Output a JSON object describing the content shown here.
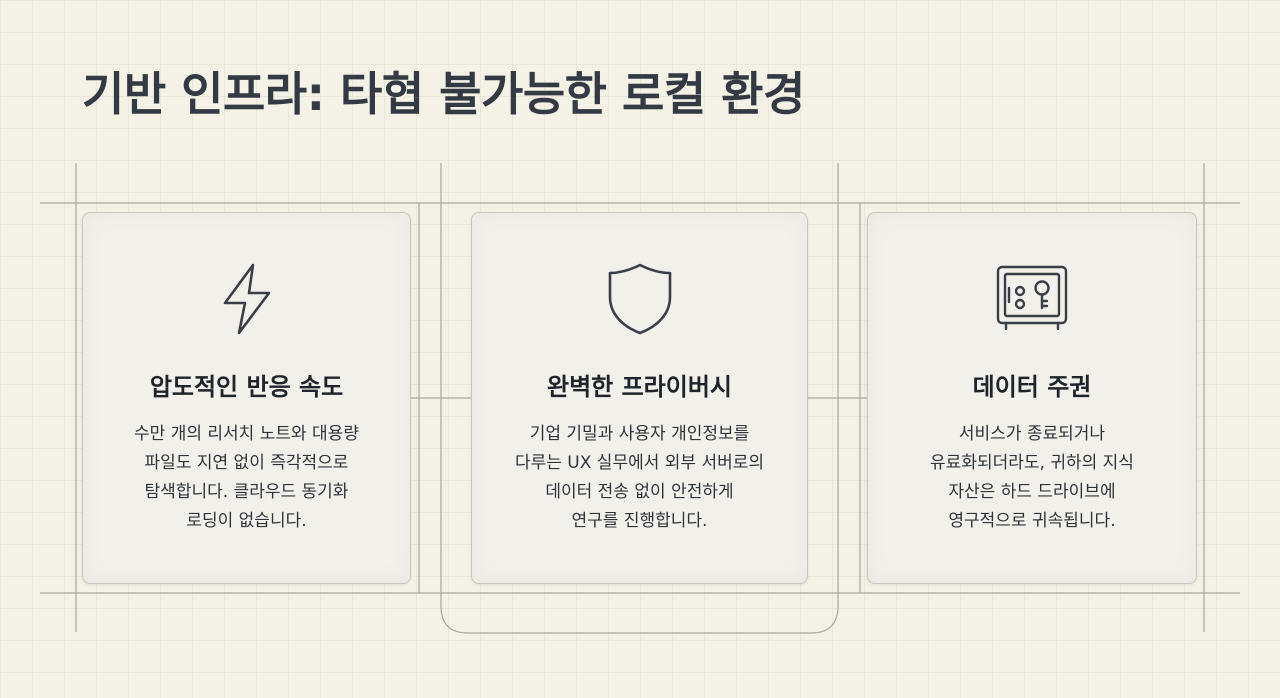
{
  "header": {
    "title": "기반 인프라: 타협 불가능한 로컬 환경"
  },
  "colors": {
    "background": "#f4f1e6",
    "card_background": "#f1f0eb",
    "card_border": "#c9c7bf",
    "guide_lines": "#a9a69d",
    "icon_stroke": "#3a3f47",
    "title_text": "#333a44"
  },
  "cards": [
    {
      "icon": "lightning-icon",
      "title": "압도적인 반응 속도",
      "description": [
        "수만 개의 리서치 노트와 대용량",
        "파일도 지연 없이 즉각적으로",
        "탐색합니다. 클라우드 동기화",
        "로딩이 없습니다."
      ]
    },
    {
      "icon": "shield-icon",
      "title": "완벽한 프라이버시",
      "description": [
        "기업 기밀과 사용자 개인정보를",
        "다루는 UX 실무에서 외부 서버로의",
        "데이터 전송 없이 안전하게",
        "연구를 진행합니다."
      ]
    },
    {
      "icon": "safe-icon",
      "title": "데이터 주권",
      "description": [
        "서비스가 종료되거나",
        "유료화되더라도, 귀하의 지식",
        "자산은 하드 드라이브에",
        "영구적으로 귀속됩니다."
      ]
    }
  ]
}
